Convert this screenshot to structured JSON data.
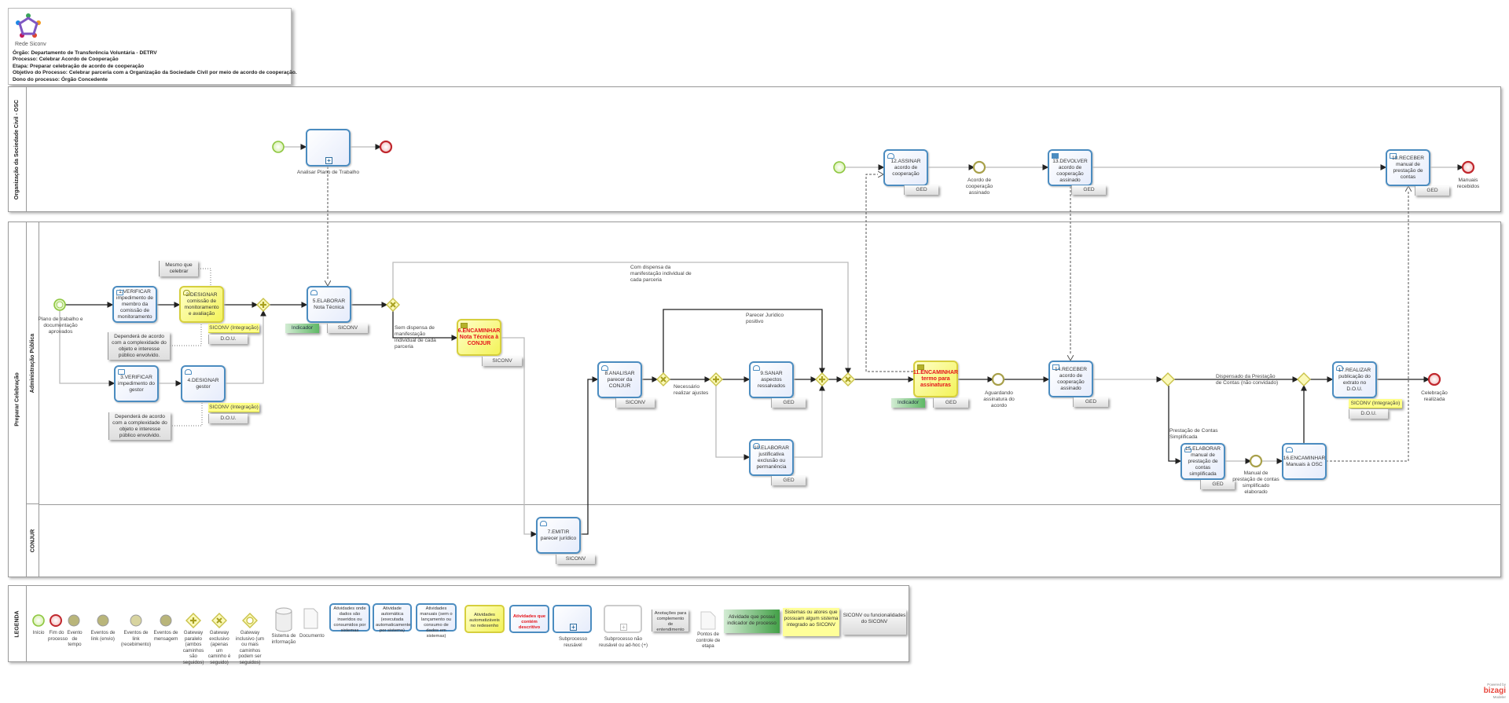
{
  "header": {
    "logo_text": "Rede Siconv",
    "lines": [
      "Órgão: Departamento de Transferência Voluntária - DETRV",
      "Processo: Celebrar Acordo de Cooperação",
      "Etapa: Preparar celebração de acordo de cooperação",
      "Objetivo do Processo: Celebrar parceria com a Organização da Sociedade Civil por meio de acordo de cooperação.",
      "Dono do processo: Órgão Concedente"
    ]
  },
  "pools": {
    "osc": "Organização da Sociedade Civil - OSC",
    "preparar": "Preparar Celebração",
    "lane_admin": "Administração Pública",
    "lane_conjur": "CONJUR"
  },
  "tasks": {
    "t1": "1.VERIFICAR impedimento de membro da comissão de monitoramento",
    "t2": "2.DESIGNAR comissão de monitoramento e avaliação",
    "t3": "3.VERIFICAR impedimento do gestor",
    "t4": "4.DESIGNAR gestor",
    "t5": "5.ELABORAR Nota Técnica",
    "t6": "6.ENCAMINHAR Nota Técnica à CONJUR",
    "t7": "7.EMITIR parecer jurídico",
    "t8": "8.ANALISAR parecer da CONJUR",
    "t9": "9.SANAR aspectos ressalvados",
    "t10": "10.ELABORAR justificativa exclusão ou permanência",
    "t11": "11.ENCAMINHAR termo para assinaturas",
    "t12": "12.ASSINAR acordo de cooperação",
    "t13": "13.DEVOLVER acordo de cooperação assinado",
    "t14": "14.RECEBER acordo de cooperação assinado",
    "t15": "15.ELABORAR manual de prestação de contas simplificada",
    "t16": "16.ENCAMINHAR Manuais à OSC",
    "t17": "17.REALIZAR publicação do extrato no D.O.U.",
    "t18": "18.RECEBER manual de prestação de contas",
    "sub": "Analisar Plano de Trabalho"
  },
  "events": {
    "start_admin": "Plano de trabalho e documentação aprovados",
    "acordo_assinado": "Acordo de cooperação assinado",
    "manuais_recebidos": "Manuais recebidos",
    "aguardando": "Aguardando assinatura do acordo",
    "manual_elaborado": "Manual de prestação de contas simplificado elaborado",
    "celebracao": "Celebração realizada"
  },
  "flows": {
    "com_dispensa": "Com dispensa da manifestação individual de cada parceria",
    "sem_dispensa": "Sem dispensa de manifestação individual de cada parceria",
    "parecer_positivo": "Parecer Jurídico positivo",
    "ajustes": "Necessário realizar ajustes",
    "dispensado": "Dispensado da Prestação de Contas (não convidado)",
    "simplificada": "Prestação de Contas Simplificada"
  },
  "tags": {
    "siconv": "SICONV",
    "siconv_int": "SICONV (Integração)",
    "dou": "D.O.U.",
    "ged": "GED",
    "indicador": "Indicador"
  },
  "annotations": {
    "mesmo": "Mesmo que celebrar",
    "dependera": "Dependerá de acordo com a complexidade do objeto e interesse público envolvido."
  },
  "legend": {
    "title": "LEGENDA",
    "inicio": "Início",
    "fim": "Fim do processo",
    "tempo": "Evento de tempo",
    "link_envio": "Eventos de link (envio)",
    "link_receb": "Eventos de link (recebimento)",
    "mensagem": "Eventos de mensagem",
    "gw_paralelo": "Gateway paralelo (ambos caminhos são seguidos)",
    "gw_exclusivo": "Gateway exclusivo (apenas um caminho é seguido)",
    "gw_inclusivo": "Gateway inclusivo (um ou mais caminhos podem ser seguidos)",
    "sistema": "Sistema de informação",
    "documento": "Documento",
    "box_dados": "Atividades onde dados são inseridos ou consumidos por sistemas",
    "box_auto": "Atividade automática (executada automaticamente por sistema)",
    "box_manual": "Atividades manuais (sem o lançamento ou consumo de dados em sistemas)",
    "box_amarelo": "Atividades automatizáveis no redesenho",
    "box_descritivo": "Atividades que contém descritivo",
    "subproc": "Subprocesso reusável",
    "subproc_adhoc": "Subprocesso não reusável ou ad-hoc (+)",
    "anotacao": "Anotações para complemento de entendimento",
    "ponto_controle": "Pontos de controle de etapa",
    "indicador": "Atividade que possui indicador de processo",
    "integrado": "Sistemas ou atores que possuam algum sistema integrado ao SICONV",
    "siconv": "SICONV ou funcionalidades do SICONV"
  },
  "branding": {
    "powered": "Powered by",
    "name": "bizagi",
    "product": "Modeler"
  },
  "colors": {
    "task_border": "#4b8cc0",
    "auto_fill": "#f3f35a",
    "desc_text": "#e4141b",
    "start": "#9fd24a",
    "end": "#c0272d",
    "gateway": "#c9c24a"
  }
}
